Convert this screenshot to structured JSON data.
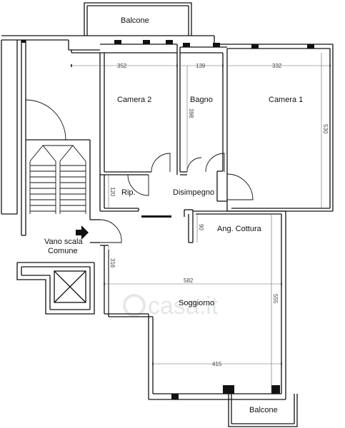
{
  "rooms": {
    "balcone_top": "Balcone",
    "camera2": "Camera 2",
    "bagno": "Bagno",
    "camera1": "Camera 1",
    "rip": "Rip.",
    "disimpegno": "Disimpegno",
    "vano_scala_line1": "Vano scala",
    "vano_scala_line2": "Comune",
    "ang_cottura": "Ang. Cottura",
    "soggiorno": "Soggiorno",
    "balcone_bottom": "Balcone"
  },
  "dimensions": {
    "camera2_width": "352",
    "bagno_width": "139",
    "camera1_width": "332",
    "bagno_height": "398",
    "camera1_height": "530",
    "rip_height": "120",
    "ang_cottura_height": "90",
    "soggiorno_left_height": "316",
    "soggiorno_width": "582",
    "soggiorno_height": "555",
    "soggiorno_bottom_width": "415"
  },
  "watermark": "casa.it",
  "colors": {
    "wall": "#111111",
    "dim": "#555555",
    "watermark": "#cfd3d6"
  }
}
